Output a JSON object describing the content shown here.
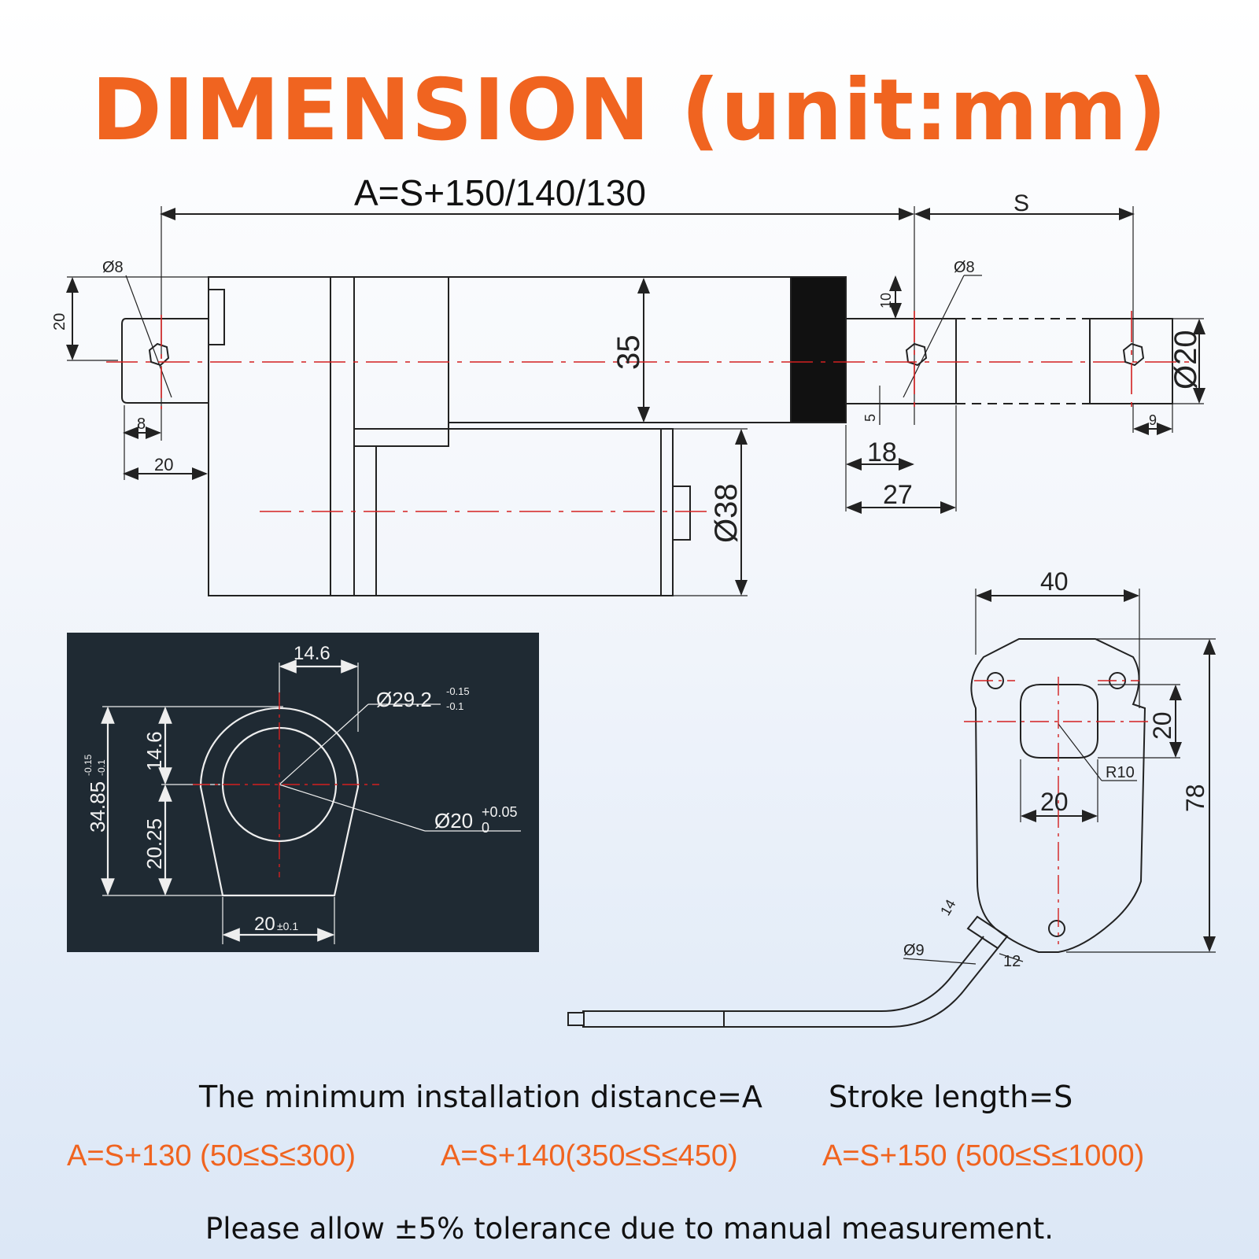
{
  "title": "DIMENSION (unit:mm)",
  "formula_top": "A=S+150/140/130",
  "main_view": {
    "stroke_label": "S",
    "hole_rear": "Ø8",
    "hole_front": "Ø8",
    "d20_left": "20",
    "d35": "35",
    "d10": "10",
    "d20_rod": "Ø20",
    "d8": "8",
    "d20_bottom": "20",
    "d5": "5",
    "d18": "18",
    "d27": "27",
    "d9": "9",
    "d38": "Ø38"
  },
  "bracket_view": {
    "d14_6_top": "14.6",
    "d29_2": "Ø29.2",
    "tol_29_upper": "-0.15",
    "tol_29_lower": "-0.1",
    "d34_85": "34.85",
    "tol_34_upper": "-0.15",
    "tol_34_lower": "-0.1",
    "d14_6_side": "14.6",
    "d20_25": "20.25",
    "d20_hole": "Ø20",
    "tol_20_upper": "+0.05",
    "tol_20_lower": "0",
    "d20_bottom": "20",
    "tol_20_bottom": "±0.1"
  },
  "end_view": {
    "d40": "40",
    "d20_right": "20",
    "r10": "R10",
    "d20_bottom": "20",
    "d78": "78",
    "d14": "14",
    "d9": "Ø9",
    "d12": "12"
  },
  "notes": {
    "min_install": "The minimum installation distance=A",
    "stroke": "Stroke length=S",
    "range1": "A=S+130 (50≤S≤300)",
    "range2": "A=S+140(350≤S≤450)",
    "range3": "A=S+150 (500≤S≤1000)",
    "tolerance": "Please allow ±5% tolerance due to manual measurement."
  },
  "colors": {
    "accent": "#f06420",
    "centerline": "#d32020",
    "line": "#222222",
    "panel": "#1f2a33"
  }
}
